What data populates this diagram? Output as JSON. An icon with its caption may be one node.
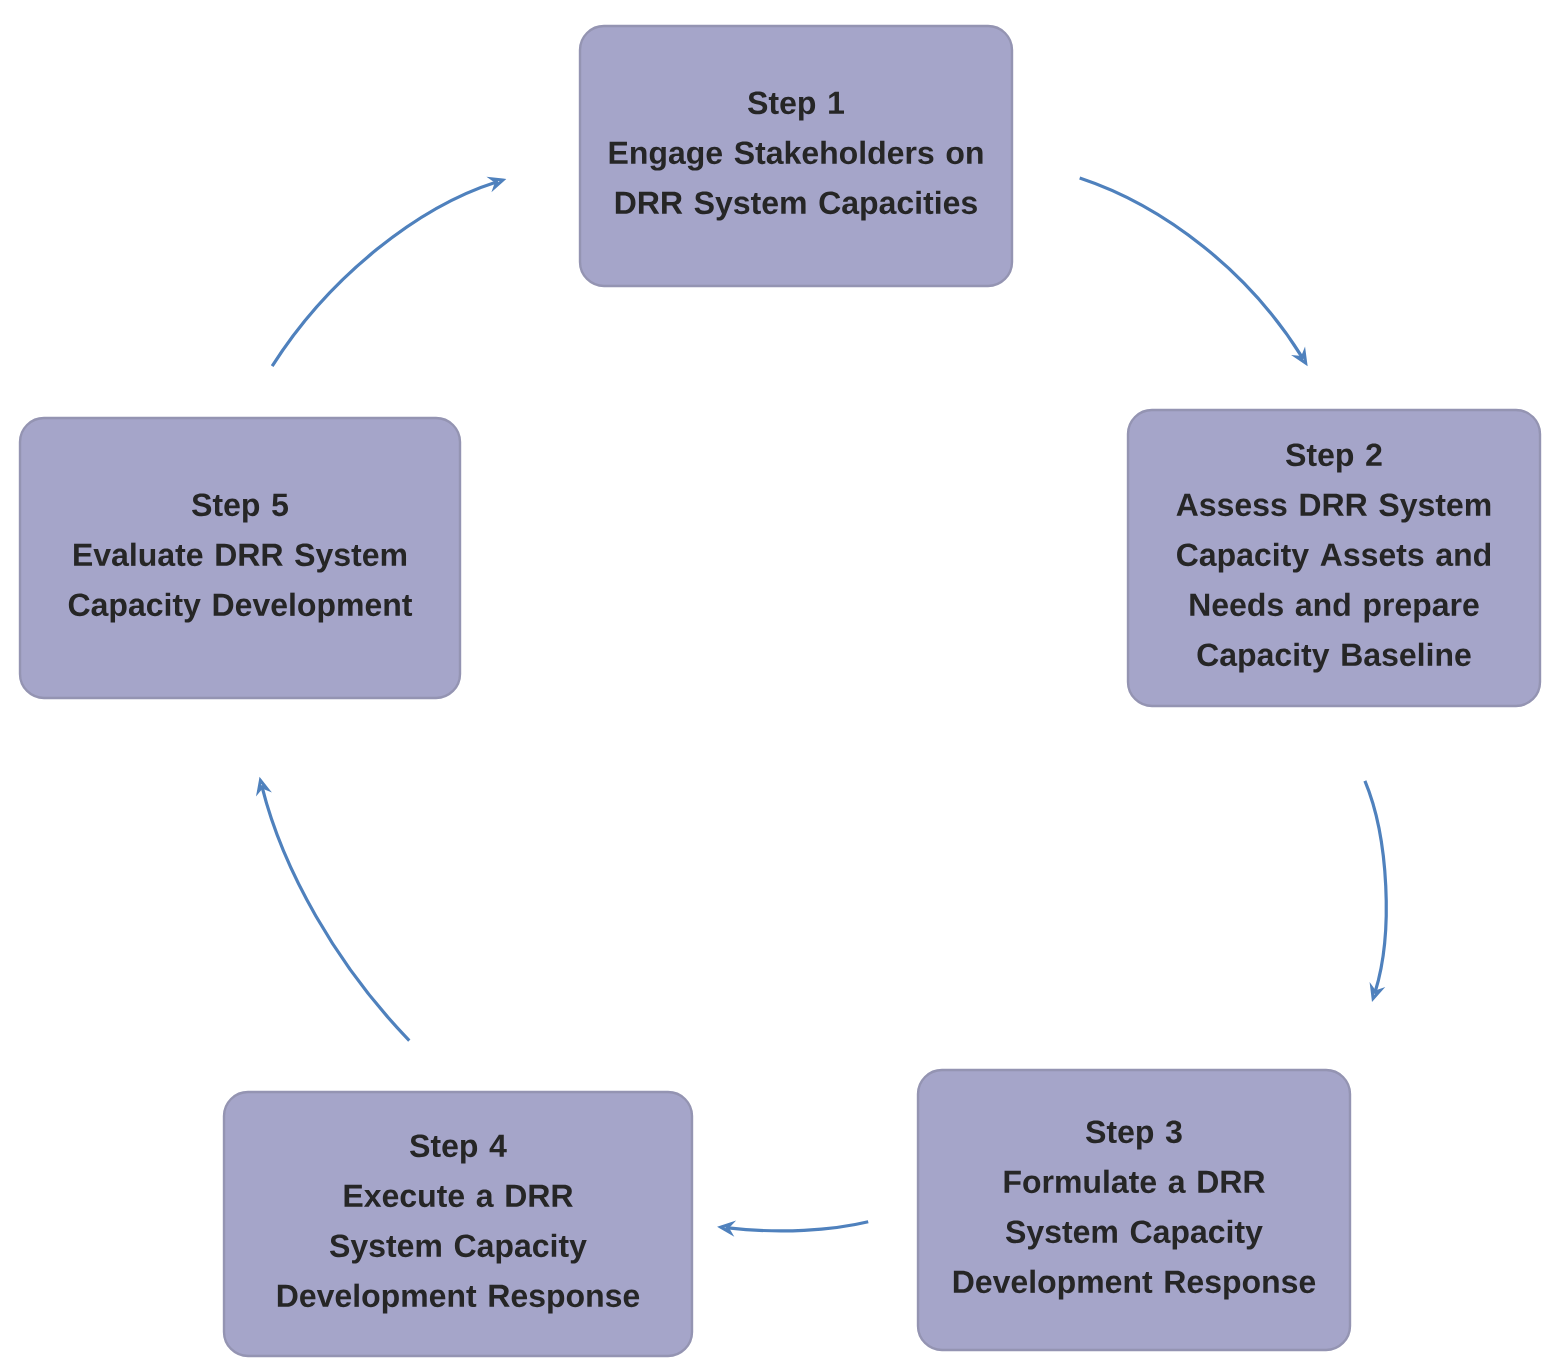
{
  "diagram": {
    "nodes": [
      {
        "text": [
          "Step 1",
          "Engage Stakeholders on DRR System Capacities"
        ]
      },
      {
        "text": [
          "Step 2",
          "Assess DRR System Capacity Assets and Needs and prepare Capacity Baseline"
        ]
      },
      {
        "text": [
          "Step 3",
          "Formulate a DRR System Capacity Development Response"
        ]
      },
      {
        "text": [
          "Step 4",
          "Execute a DRR System Capacity Development Response"
        ]
      },
      {
        "text": [
          "Step 5",
          "Evaluate DRR System Capacity Development"
        ]
      }
    ],
    "edges": [
      {
        "from": 0,
        "to": 1,
        "arrow": "to"
      },
      {
        "from": 1,
        "to": 2,
        "arrow": "to"
      },
      {
        "from": 2,
        "to": 3,
        "arrow": "to"
      },
      {
        "from": 3,
        "to": 4,
        "arrow": "to"
      },
      {
        "from": 4,
        "to": 0,
        "arrow": "to"
      }
    ]
  }
}
